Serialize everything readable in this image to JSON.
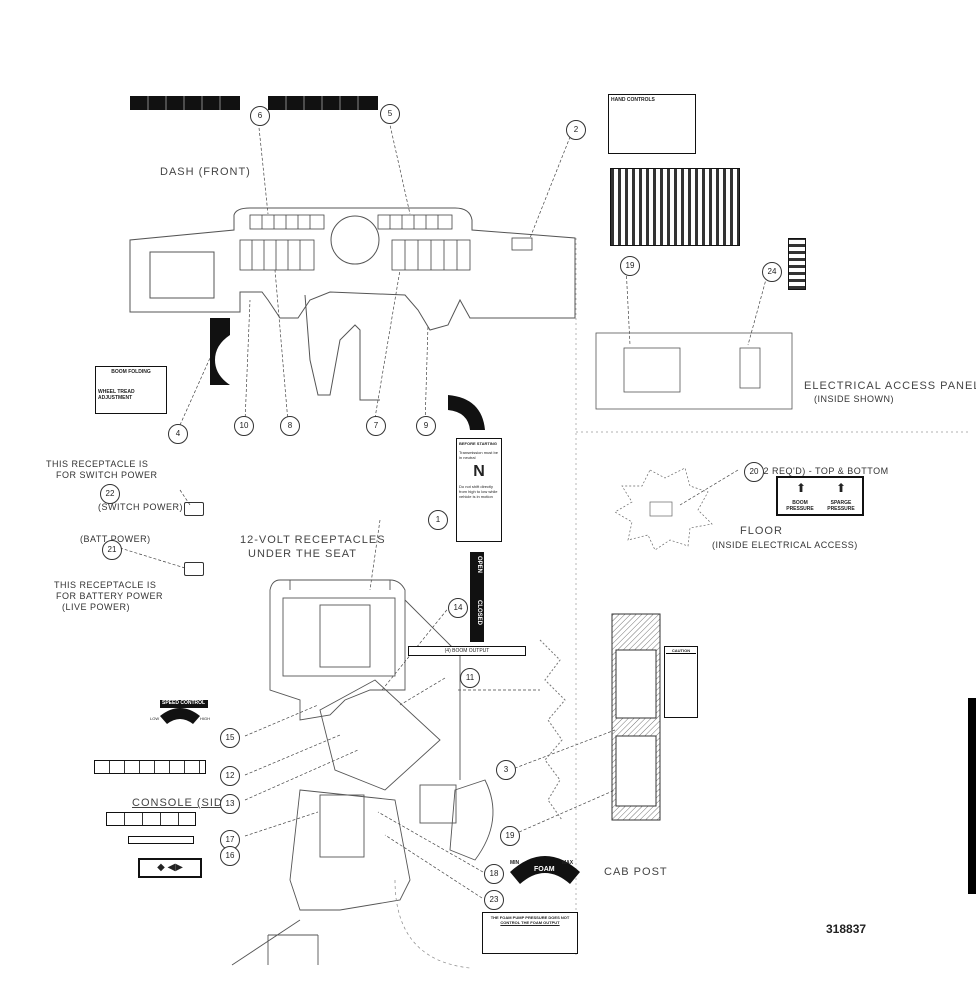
{
  "labels": {
    "dash_front": "DASH (FRONT)",
    "electrical_panel": "ELECTRICAL ACCESS PANEL",
    "inside_shown": "(INSIDE SHOWN)",
    "floor": "FLOOR",
    "inside_electrical": "(INSIDE ELECTRICAL ACCESS)",
    "top_bottom": "(2 REQ'D) - TOP & BOTTOM",
    "switch_power_1": "THIS RECEPTACLE IS",
    "switch_power_2": "FOR SWITCH POWER",
    "switch_power_tag": "(SWITCH POWER)",
    "batt_power_tag": "(BATT POWER)",
    "receptacles_1": "12-VOLT RECEPTACLES",
    "receptacles_2": "UNDER THE SEAT",
    "batt_power_1": "THIS RECEPTACLE IS",
    "batt_power_2": "FOR BATTERY POWER",
    "batt_power_3": "(LIVE POWER)",
    "console_side": "CONSOLE (SIDE)",
    "cab_post": "CAB POST",
    "part_number": "318837"
  },
  "decals": {
    "speed_control": "SPEED CONTROL",
    "speed_low": "LOW",
    "speed_high": "HIGH",
    "foam": "FOAM",
    "foam_min": "MIN",
    "foam_max": "MAX",
    "open": "OPEN",
    "closed": "CLOSED",
    "before_starting": "BEFORE STARTING",
    "transmission": "Transmission must be in neutral",
    "n_letter": "N",
    "do_not_shift": "Do not shift directly from high to low while vehicle is in motion",
    "boom_pressure": "BOOM PRESSURE",
    "sparge_pressure": "SPARGE PRESSURE",
    "foam_warning_1": "THE FOAM PUMP PRESSURE DOES NOT",
    "foam_warning_2": "CONTROL THE FOAM OUTPUT",
    "boom_folding": "BOOM FOLDING",
    "wheel_tread": "WHEEL TREAD ADJUSTMENT",
    "hand_controls": "HAND CONTROLS",
    "caution": "CAUTION",
    "boom_output": "(4) BOOM OUTPUT"
  },
  "callouts": [
    "6",
    "5",
    "2",
    "19",
    "24",
    "4",
    "10",
    "8",
    "7",
    "9",
    "1",
    "22",
    "21",
    "14",
    "11",
    "15",
    "12",
    "13",
    "17",
    "16",
    "3",
    "20",
    "18",
    "23"
  ],
  "colors": {
    "ink": "#222222",
    "hatch": "#888888",
    "decal_black": "#111111"
  }
}
